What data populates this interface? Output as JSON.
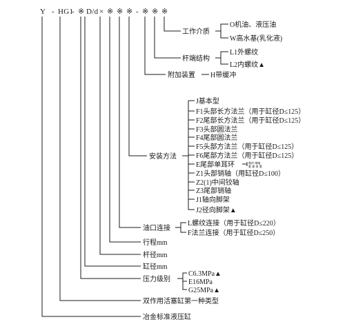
{
  "model_code": {
    "parts": [
      "Y",
      "-",
      "HG1",
      "-",
      "※",
      "D/d",
      "×",
      "※",
      "※",
      "※",
      "-",
      "※",
      "※",
      "※"
    ]
  },
  "groups": {
    "medium": {
      "title": "工作介质",
      "options": [
        "O机油、液压油",
        "W高水基(乳化液)"
      ]
    },
    "rod_end": {
      "title": "杆端结构",
      "options": [
        "L1外螺纹",
        "L2内螺纹▲"
      ]
    },
    "accessory": {
      "title": "附加装置",
      "option": "H带缓冲"
    },
    "mounting": {
      "title": "安装方法",
      "options": [
        "J基本型",
        "F1头部长方法兰（用于缸径D≤125）",
        "F2尾部长方法兰（用于缸径D≤125）",
        "F3头部圆法兰",
        "F4尾部圆法兰",
        "F5头部方法兰（用于缸径D≤125）",
        "F6尾部方法兰（用于缸径D≤125）",
        "E尾部单耳环",
        "Z1头部销轴（用缸径D≤100）",
        "Z2(1)中间铰轴",
        "Z3尾部销轴",
        "J1轴向脚架",
        "J2径向脚架▲"
      ],
      "ear_note_lines": [
        "带衬 带轴",
        "套 球 承 套"
      ]
    },
    "port": {
      "title": "油口连接",
      "options": [
        "L螺纹连接（用于缸径D≤220）",
        "F法兰连接（用于缸径D≤250）"
      ]
    },
    "stroke": {
      "title": "行程mm"
    },
    "rod_dia": {
      "title": "杆径mm"
    },
    "bore": {
      "title": "缸径mm"
    },
    "pressure": {
      "title": "压力级别",
      "options": [
        "C6.3MPa▲",
        "E16MPa",
        "G25MPa▲"
      ]
    },
    "type_desc": {
      "title": "双作用活塞缸第一种类型"
    },
    "standard": {
      "title": "冶金标准液压缸"
    }
  }
}
